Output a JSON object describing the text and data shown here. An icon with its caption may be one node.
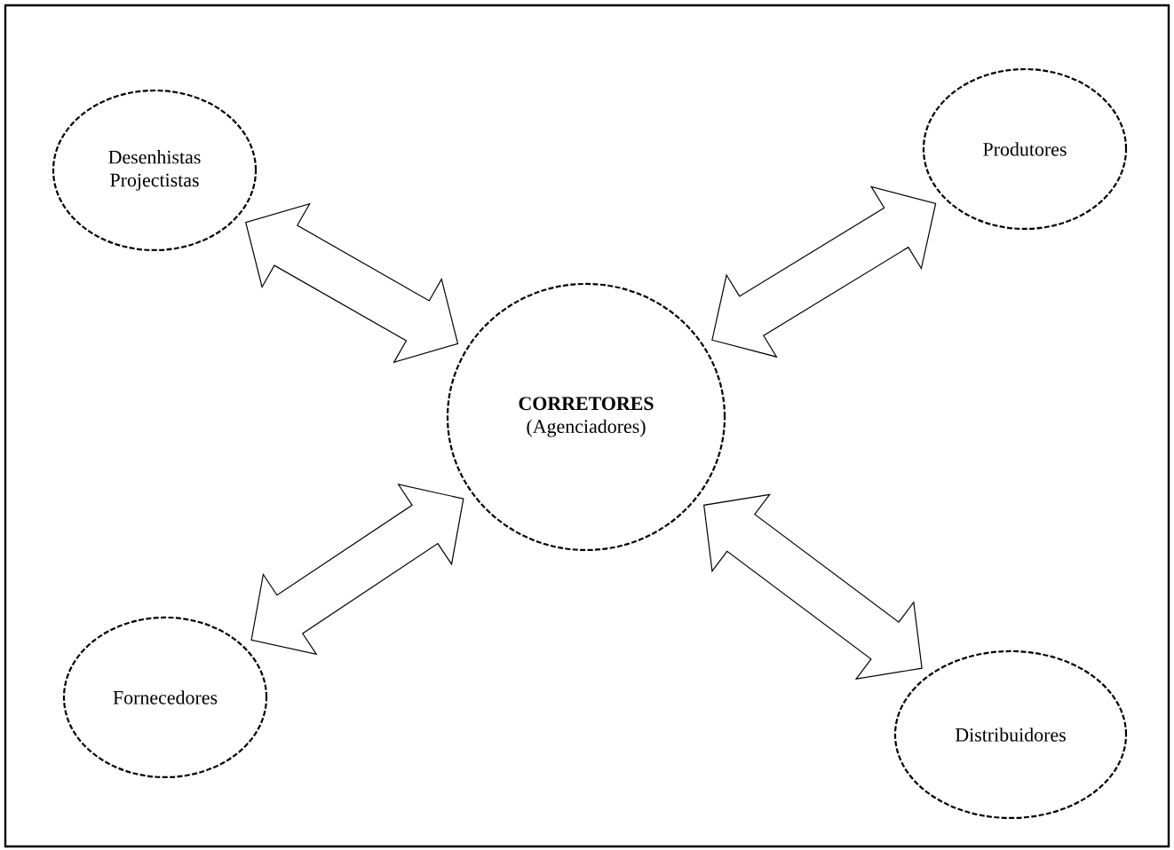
{
  "diagram": {
    "nodes": [
      {
        "text": [
          "Desenhistas Projectistas"
        ]
      },
      {
        "text": [
          "Produtores"
        ]
      },
      {
        "text": [
          "CORRETORES",
          "(Agenciadores)"
        ]
      },
      {
        "text": [
          "Fornecedores"
        ]
      },
      {
        "text": [
          "Distribuidores"
        ]
      }
    ],
    "edges": [
      {
        "from": 2,
        "to": 0,
        "arrow": "both"
      },
      {
        "from": 2,
        "to": 1,
        "arrow": "both"
      },
      {
        "from": 2,
        "to": 3,
        "arrow": "both"
      },
      {
        "from": 2,
        "to": 4,
        "arrow": "both"
      }
    ]
  }
}
